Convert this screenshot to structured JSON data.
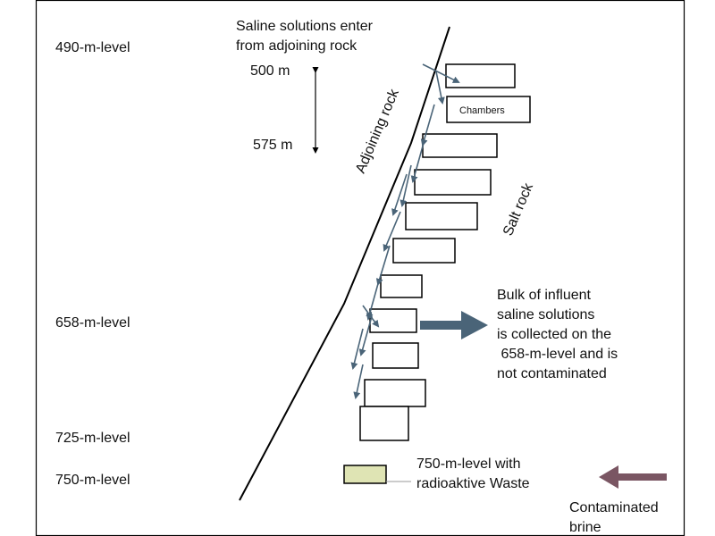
{
  "levels": {
    "l490": "490-m-level",
    "l658": "658-m-level",
    "l725": "725-m-level",
    "l750": "750-m-level"
  },
  "depth_scale": {
    "top": "500 m",
    "bottom": "575 m"
  },
  "inflow_note": {
    "line1": "Saline solutions enter",
    "line2": "from adjoining rock"
  },
  "labels": {
    "adjoining_rock": "Adjoining rock",
    "salt_rock": "Salt rock",
    "chambers": "Chambers"
  },
  "collection_note": {
    "line1": "Bulk of influent",
    "line2": "saline solutions",
    "line3": "is collected on the",
    "line4": " 658-m-level and is",
    "line5": "not contaminated"
  },
  "waste_note": {
    "line1": "750-m-level with",
    "line2": "radioaktive Waste"
  },
  "brine_note": {
    "line1": "Contaminated",
    "line2": "brine"
  },
  "chamber_count": 12,
  "colors": {
    "frame": "#000000",
    "flow_arrow": "#4a6478",
    "big_arrow": "#4a6478",
    "brine_arrow": "#7a5663",
    "waste_fill": "#dfe4b4"
  }
}
